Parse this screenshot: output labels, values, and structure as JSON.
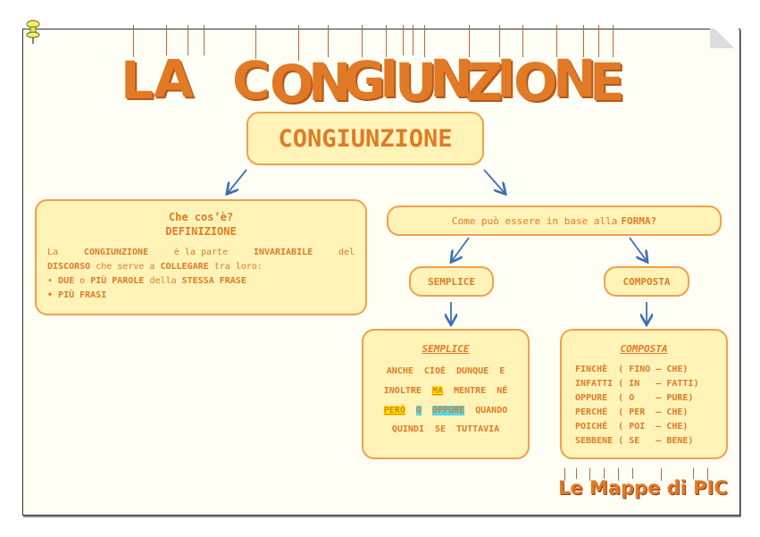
{
  "header": {
    "title_letters": [
      "L",
      "A",
      "C",
      "O",
      "N",
      "G",
      "I",
      "U",
      "N",
      "Z",
      "I",
      "O",
      "N",
      "E"
    ]
  },
  "main": {
    "label": "CONGIUNZIONE"
  },
  "definition": {
    "question": "Che cos’è?",
    "heading": "DEFINIZIONE",
    "line1_prefix": "La",
    "line1_word": "CONGIUNZIONE",
    "line1_mid": "è la parte",
    "line1_word2": "INVARIABILE",
    "line1_end": "del",
    "line2_word": "DISCORSO",
    "line2_mid": "che serve a",
    "line2_word2": "COLLEGARE",
    "line2_end": "tra loro:",
    "bullet1_a": "DUE",
    "bullet1_b": "o",
    "bullet1_c": "PIÙ PAROLE",
    "bullet1_d": "della",
    "bullet1_e": "STESSA FRASE",
    "bullet2": "PIÙ FRASI"
  },
  "form": {
    "question": "Come può essere in base alla",
    "keyword": "FORMA?"
  },
  "types": {
    "simple": "SEMPLICE",
    "compound": "COMPOSTA"
  },
  "simple_list": {
    "title": "SEMPLICE",
    "row1": [
      "ANCHE",
      "CIOÈ",
      "DUNQUE",
      "E"
    ],
    "row2": [
      "INOLTRE",
      "MA",
      "MENTRE",
      "NÉ"
    ],
    "row3": [
      "PERÒ",
      "O",
      "OPPURE",
      "QUANDO"
    ],
    "row4": [
      "QUINDI",
      "SE",
      "TUTTAVIA"
    ]
  },
  "compound_list": {
    "title": "COMPOSTA",
    "rows": [
      "FINCHÈ  ( FINO – CHE)",
      "INFATTI ( IN   – FATTI)",
      "OPPURE  ( O    – PURE)",
      "PERCHÉ  ( PER  – CHE)",
      "POICHÉ  ( POI  – CHE)",
      "SEBBENE ( SE   – BENE)"
    ]
  },
  "brand": "Le Mappe di PIC",
  "colors": {
    "accent": "#e07a26",
    "box_fill": "#fff3b8",
    "box_border": "#f1a04a",
    "arrow": "#3d6fb3"
  }
}
